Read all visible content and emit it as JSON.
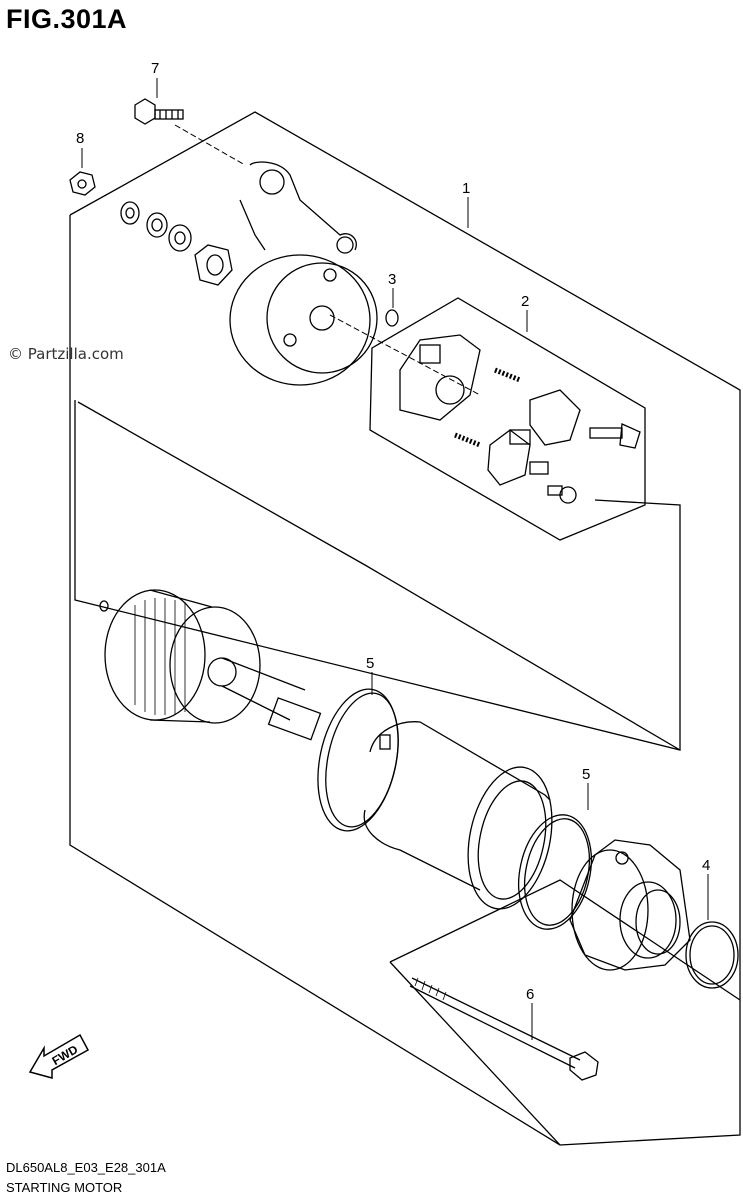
{
  "figure": {
    "title": "FIG.301A",
    "watermark": "© Partzilla.com",
    "code": "DL650AL8_E03_E28_301A",
    "name": "STARTING MOTOR",
    "fwd_label": "FWD"
  },
  "callouts": [
    {
      "id": "c7",
      "label": "7"
    },
    {
      "id": "c8",
      "label": "8"
    },
    {
      "id": "c1",
      "label": "1"
    },
    {
      "id": "c3",
      "label": "3"
    },
    {
      "id": "c2",
      "label": "2"
    },
    {
      "id": "c5a",
      "label": "5"
    },
    {
      "id": "c5b",
      "label": "5"
    },
    {
      "id": "c4",
      "label": "4"
    },
    {
      "id": "c6",
      "label": "6"
    }
  ]
}
